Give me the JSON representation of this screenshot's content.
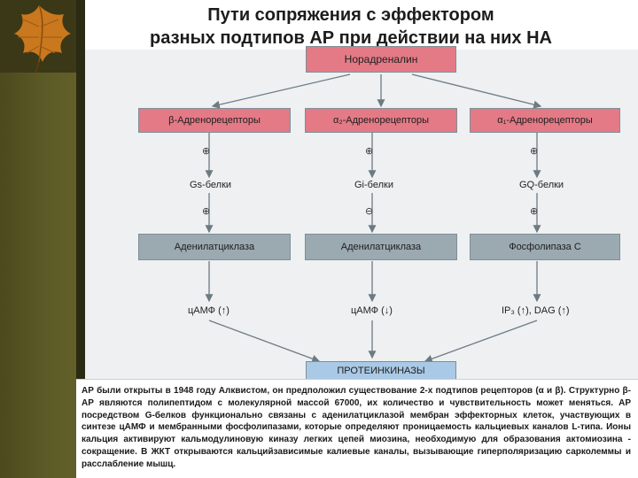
{
  "slide": {
    "title_line1": "Пути сопряжения с эффектором",
    "title_line2": "разных подтипов АР при действии на них НА"
  },
  "diagram": {
    "top": "Норадреналин",
    "receptors": [
      "β-Адренорецепторы",
      "α₂-Адренорецепторы",
      "α₁-Адренорецепторы"
    ],
    "signs_receptor_to_g": [
      "⊕",
      "⊕",
      "⊕"
    ],
    "g_proteins": [
      "Gs-белки",
      "Gi-белки",
      "GQ-белки"
    ],
    "signs_g_to_enzyme": [
      "⊕",
      "⊖",
      "⊕"
    ],
    "enzymes": [
      "Аденилатциклаза",
      "Аденилатциклаза",
      "Фосфолипаза С"
    ],
    "messengers": [
      "цАМФ (↑)",
      "цАМФ (↓)",
      "IP₃ (↑), DAG (↑)"
    ],
    "bottom": "ПРОТЕИНКИНАЗЫ"
  },
  "note": {
    "text": "АР были открыты в 1948 году Алквистом, он предположил существование 2-х подтипов рецепторов (α и β). Структурно β-АР являются полипептидом с молекулярной массой 67000, их количество и чувствительность может меняться. АР посредством G-белков функционально связаны с аденилатциклазой мембран эффекторных клеток, участвующих в синтезе цАМФ и мембранными фосфолипазами, которые определяют проницаемость кальциевых каналов L-типа. Ионы кальция активируют кальмодулиновую киназу легких цепей миозина, необходимую для образования актомиозина - сокращение. В ЖКТ открываются кальцийзависимые калиевые каналы, вызывающие гиперполяризацию сарколеммы и расслабление мышц."
  },
  "colors": {
    "top_box": "#e47a86",
    "receptor_boxes": "#e47a86",
    "enzyme_boxes": "#9ba9b1",
    "bottom_box": "#a9c9e6",
    "side_bar": "#5c5a26"
  },
  "icons": {
    "decoration": "autumn-leaf-icon"
  }
}
